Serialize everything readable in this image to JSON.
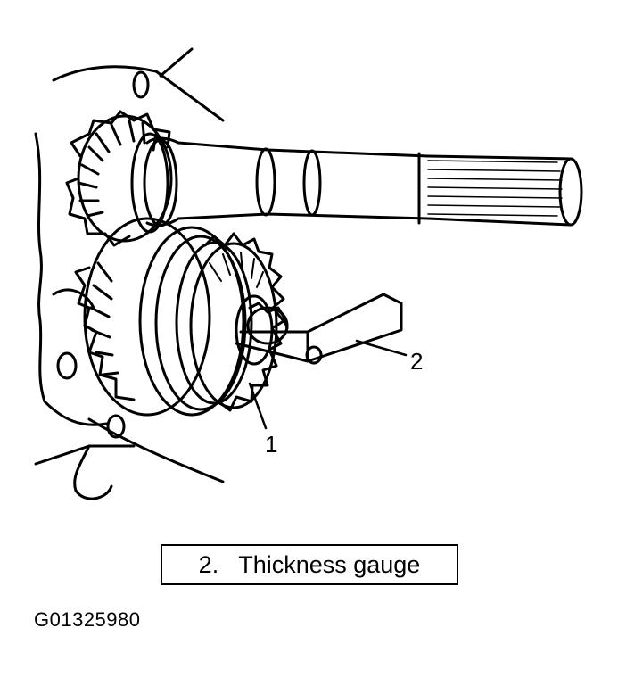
{
  "callouts": {
    "one": "1",
    "two": "2"
  },
  "legend": {
    "number": "2.",
    "text": "Thickness gauge"
  },
  "figure_code": "G01325980",
  "colors": {
    "ink": "#000000",
    "paper": "#ffffff"
  }
}
